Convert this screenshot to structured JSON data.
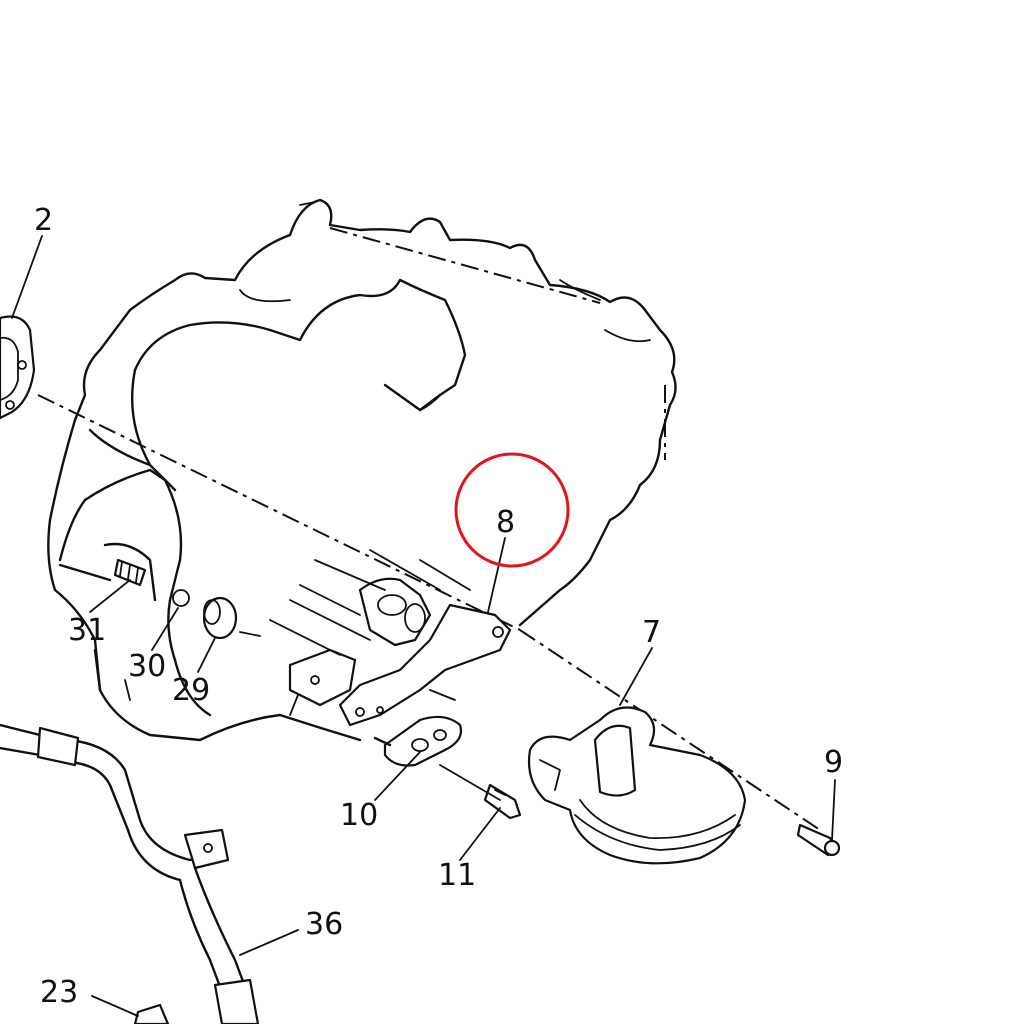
{
  "labels": {
    "p2": "2",
    "p7": "7",
    "p8": "8",
    "p9": "9",
    "p10": "10",
    "p11": "11",
    "p23": "23",
    "p29": "29",
    "p30": "30",
    "p31": "31",
    "p36": "36"
  },
  "colors": {
    "highlight": "#e0161b",
    "ink": "#111111"
  }
}
